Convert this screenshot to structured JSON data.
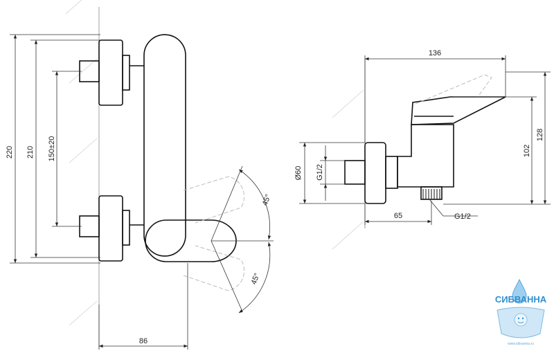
{
  "drawing": {
    "front_view": {
      "dim_overall_height": "220",
      "dim_height": "210",
      "dim_center_distance": "150±20",
      "dim_width": "86",
      "angle_upper": "45°",
      "angle_lower": "45°"
    },
    "side_view": {
      "dim_depth": "136",
      "dim_height_total": "128",
      "dim_height_outlet": "102",
      "dim_diameter": "Ø60",
      "dim_thread_inlet": "G1/2",
      "dim_offset": "65",
      "dim_thread_outlet": "G1/2"
    }
  },
  "logo": {
    "name": "СИБВАННА",
    "url": "www.sibvanna.ru",
    "colors": {
      "primary": "#2f8fd0",
      "light": "#9fd0f0"
    }
  },
  "colors": {
    "line": "#111111",
    "dim_line": "#333333",
    "hatch": "#d8d8d8",
    "ghost": "#bbbbbb"
  }
}
